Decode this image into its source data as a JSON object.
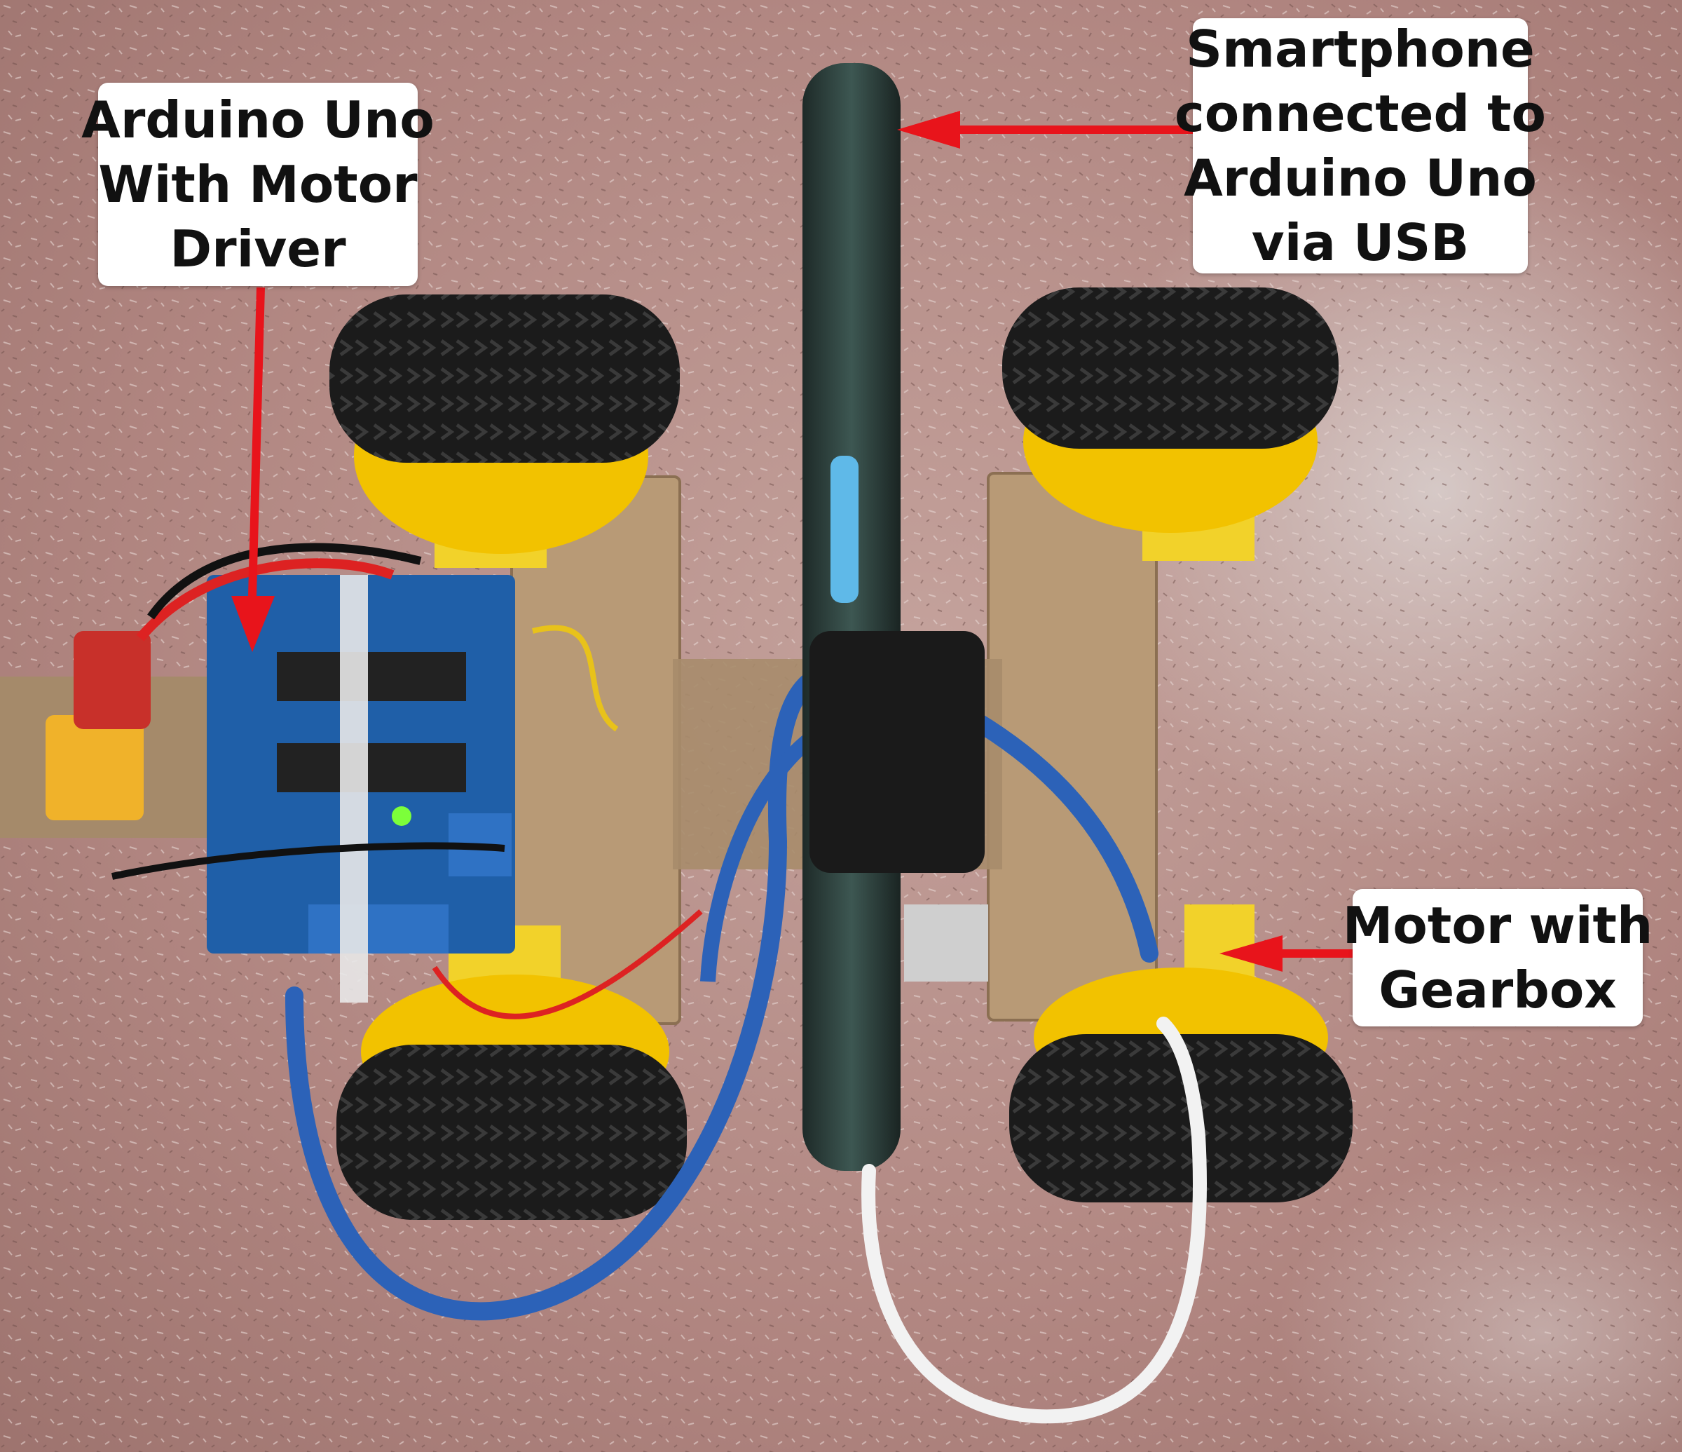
{
  "image": {
    "alt_description_hidden": false
  },
  "callouts": {
    "arduino": {
      "lines": [
        "Arduino Uno",
        "With Motor",
        "Driver"
      ]
    },
    "phone": {
      "lines": [
        "Smartphone",
        "connected to",
        "Arduino Uno",
        "via USB"
      ]
    },
    "motor": {
      "lines": [
        "Motor with",
        "Gearbox"
      ]
    }
  },
  "colors": {
    "arrow": "#e8141b",
    "floor": "#b38a84",
    "tire": "#1b1b1b",
    "hub": "#f2c200",
    "board": "#1f5fa8",
    "usb_cable": "#2c62b8",
    "wood": "#b89a76"
  }
}
